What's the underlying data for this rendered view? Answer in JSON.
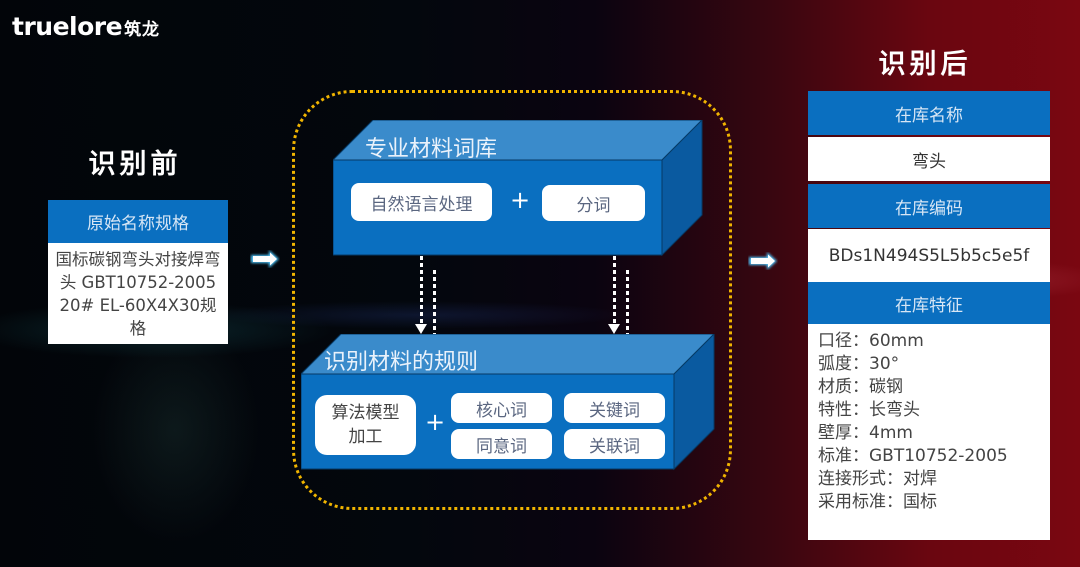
{
  "brand": {
    "logo_text": "truelore",
    "logo_cn": "筑龙"
  },
  "before": {
    "title": "识别前",
    "header": "原始名称规格",
    "value": "国标碳钢弯头对接焊弯头 GBT10752-2005 20# EL-60X4X30规格"
  },
  "process": {
    "lexicon": {
      "title": "专业材料词库",
      "items": [
        "自然语言处理",
        "分词"
      ],
      "plus": "+"
    },
    "rules": {
      "title": "识别材料的规则",
      "model": "算法模型加工",
      "plus": "+",
      "items": [
        "核心词",
        "关键词",
        "同意词",
        "关联词"
      ]
    }
  },
  "after": {
    "title": "识别后",
    "name_header": "在库名称",
    "name_value": "弯头",
    "code_header": "在库编码",
    "code_value": "BDs1N494S5L5b5c5e5f",
    "feature_header": "在库特征",
    "features": [
      "口径：60mm",
      "弧度：30°",
      "材质：碳钢",
      "特性：长弯头",
      "壁厚：4mm",
      "标准：GBT10752-2005",
      "连接形式：对焊",
      "采用标准：国标"
    ]
  },
  "colors": {
    "accent_blue": "#0a6fc0",
    "frame_gold": "#f0b400"
  }
}
